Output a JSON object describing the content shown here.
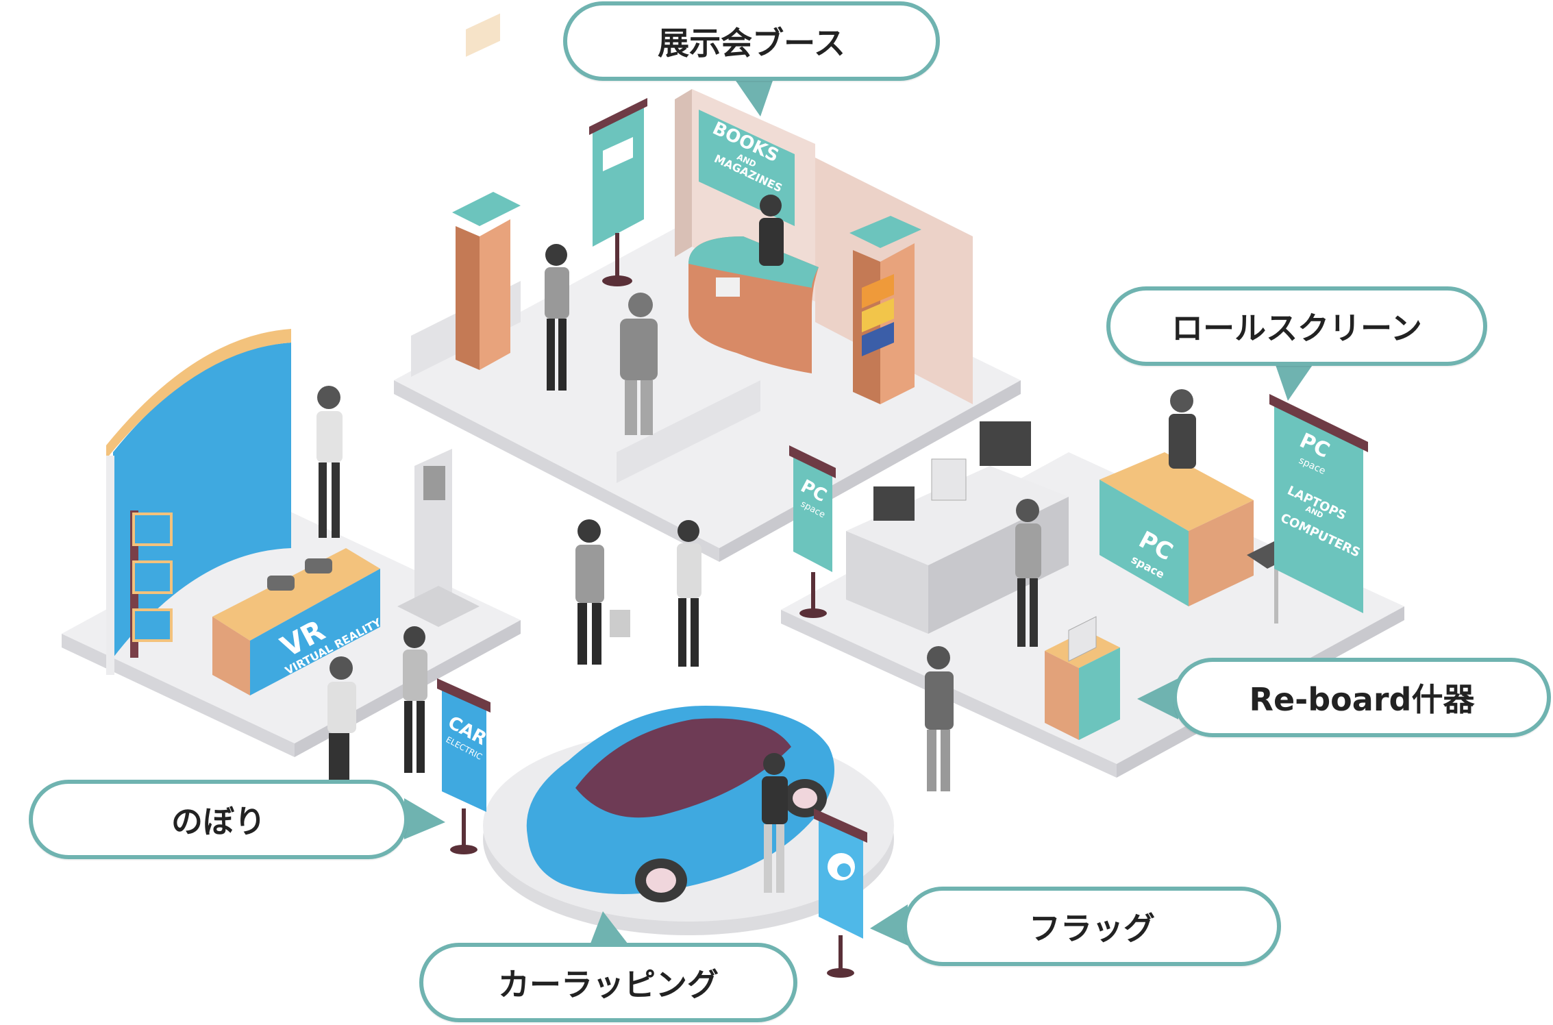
{
  "labels": {
    "exhibition_booth": "展示会ブース",
    "roll_screen": "ロールスクリーン",
    "reboard_fixture": "Re-board什器",
    "nobori": "のぼり",
    "flag": "フラッグ",
    "car_wrapping": "カーラッピング"
  },
  "signage": {
    "books": "BOOKS",
    "books_and": "AND",
    "magazines": "MAGAZINES",
    "vr": "VR",
    "virtual_reality": "VIRTUAL REALITY",
    "pc": "PC",
    "space": "space",
    "laptops": "LAPTOPS",
    "and": "AND",
    "computers": "COMPUTERS",
    "car": "CAR",
    "electric": "ELECTRIC"
  },
  "colors": {
    "callout_border": "#6fb3b0",
    "teal_sign": "#6cc4bd",
    "blue_accent": "#3fa9e0",
    "floor": "#e9e9eb",
    "wood": "#e2a27a"
  }
}
